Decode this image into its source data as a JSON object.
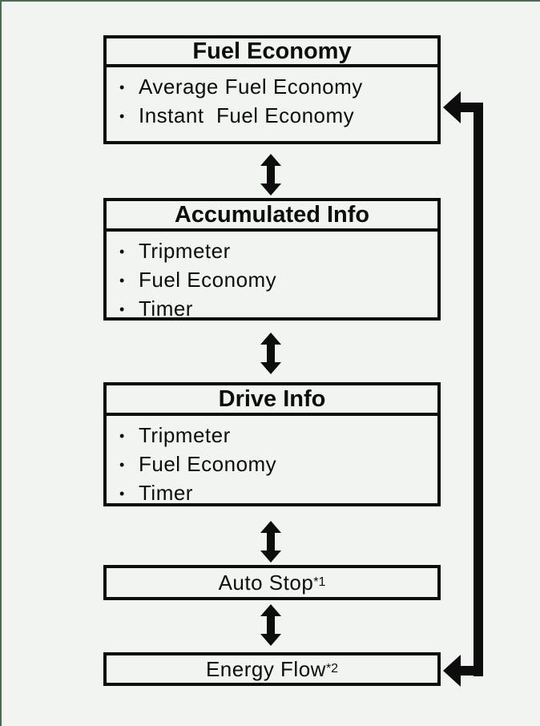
{
  "page": {
    "background_color": "#f2f4f2",
    "frame_border_color": "#4c6b55",
    "line_color": "#0d0d0d"
  },
  "diagram": {
    "bullet": "•",
    "boxes": [
      {
        "title": "Fuel Economy",
        "items": [
          "Average Fuel Economy",
          "Instant  Fuel Economy"
        ]
      },
      {
        "title": "Accumulated Info",
        "items": [
          "Tripmeter",
          "Fuel Economy",
          "Timer"
        ]
      },
      {
        "title": "Drive Info",
        "items": [
          "Tripmeter",
          "Fuel Economy",
          "Timer"
        ]
      },
      {
        "title": "Auto Stop",
        "superscript": "*1"
      },
      {
        "title": "Energy Flow",
        "superscript": "*2"
      }
    ]
  }
}
